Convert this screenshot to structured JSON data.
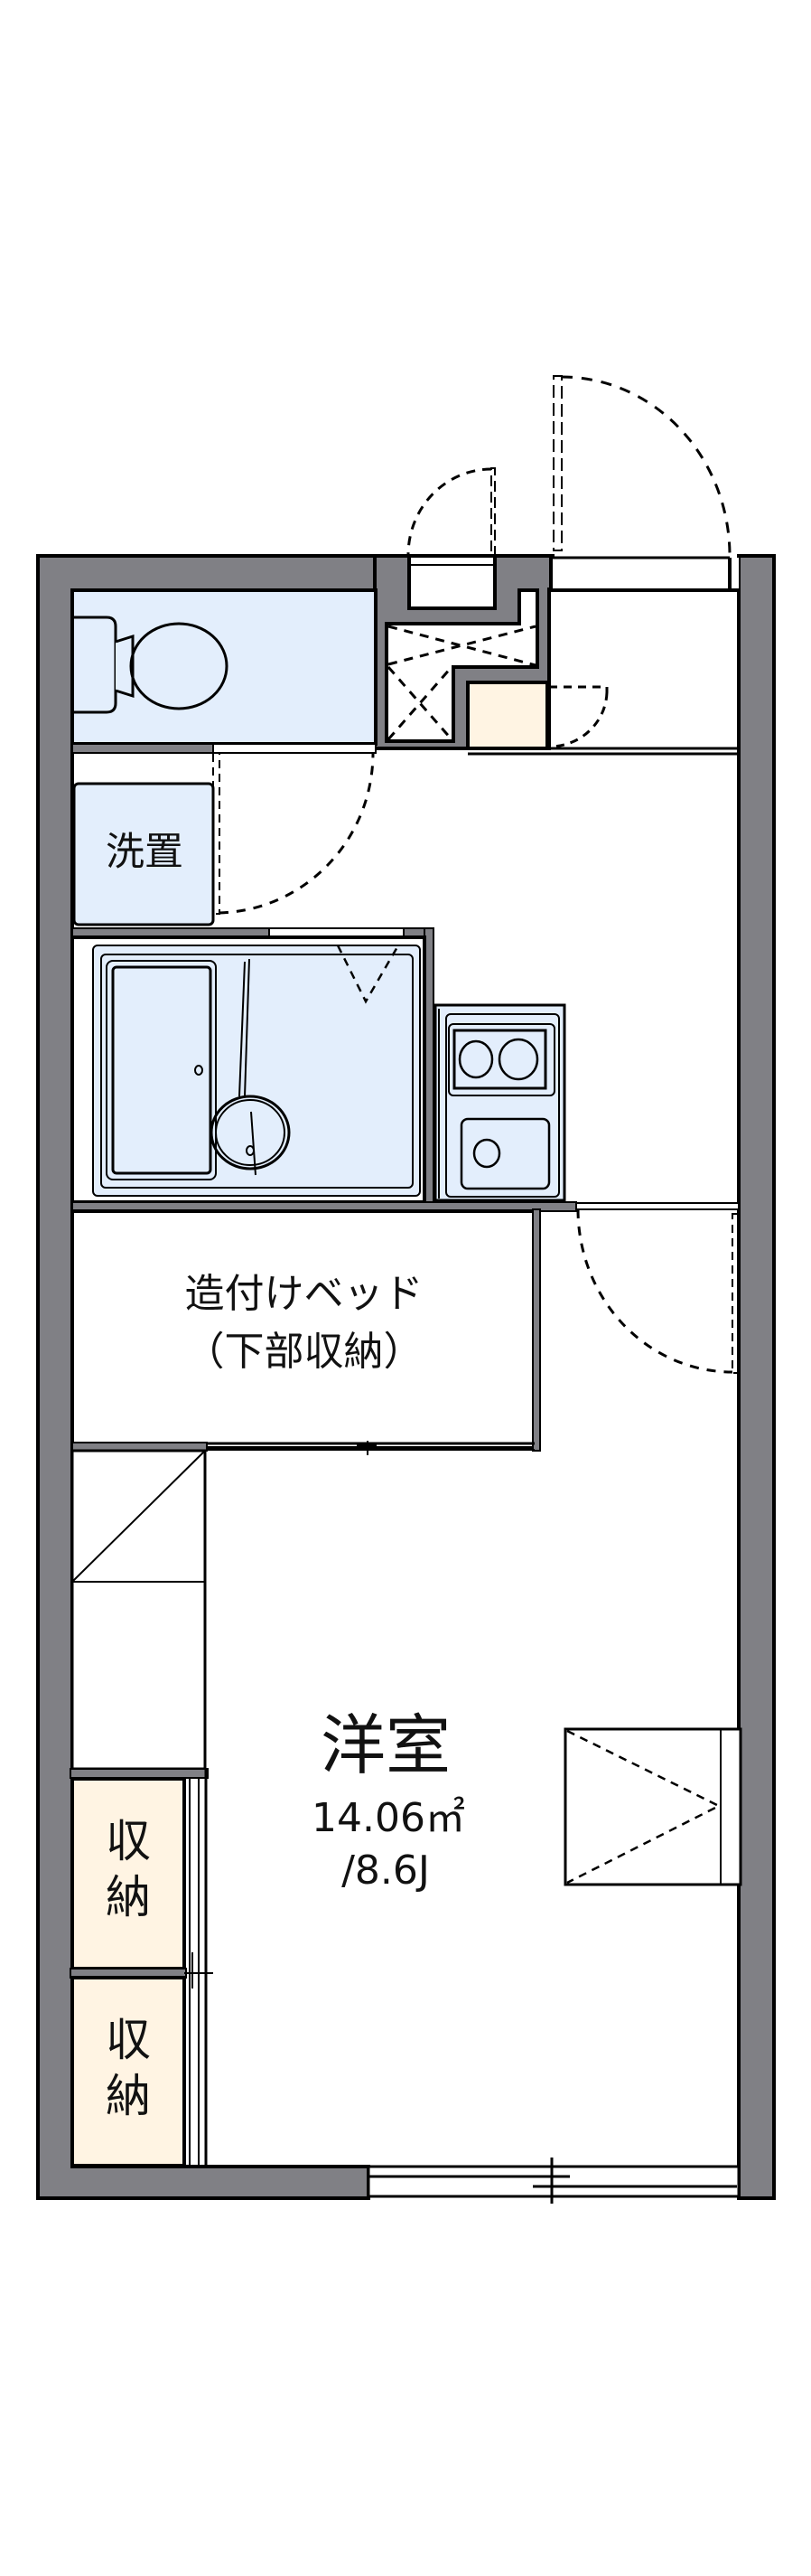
{
  "plan": {
    "colors": {
      "wall": "#808085",
      "line": "#000000",
      "wet_area": "#e3eefc",
      "storage": "#fff4e3",
      "floor": "#ffffff"
    },
    "rooms": {
      "western_room": {
        "name": "洋室",
        "area": "14.06㎡",
        "tatami": "/8.6J"
      },
      "built_in_bed": {
        "line1": "造付けベッド",
        "line2": "（下部収納）"
      },
      "washer_space": {
        "label": "洗置"
      },
      "closet_1": {
        "line1": "収",
        "line2": "納"
      },
      "closet_2": {
        "line1": "収",
        "line2": "納"
      }
    },
    "fixtures": [
      "toilet",
      "unit-bath",
      "two-burner-stove",
      "sink",
      "shoe-box",
      "pipe-shaft",
      "entrance-door",
      "meter-box-door",
      "sliding-window",
      "closet-sliding-doors"
    ]
  }
}
